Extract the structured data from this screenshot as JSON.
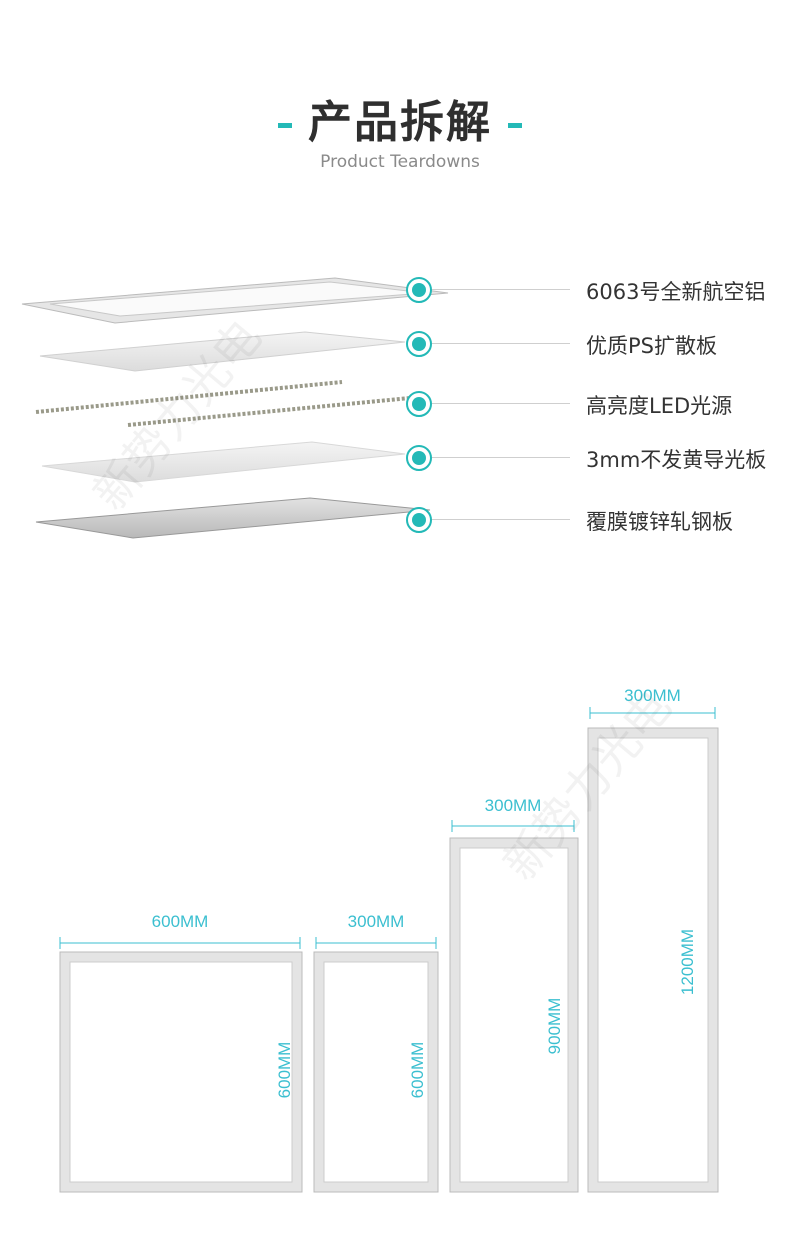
{
  "header": {
    "title": "产品拆解",
    "subtitle": "Product Teardowns"
  },
  "layers": [
    {
      "label": "6063号全新航空铝"
    },
    {
      "label": "优质PS扩散板"
    },
    {
      "label": "高亮度LED光源"
    },
    {
      "label": "3mm不发黄导光板"
    },
    {
      "label": "覆膜镀锌轧钢板"
    }
  ],
  "sizes": [
    {
      "width": "600MM",
      "height": "600MM"
    },
    {
      "width": "300MM",
      "height": "600MM"
    },
    {
      "width": "300MM",
      "height": "900MM"
    },
    {
      "width": "300MM",
      "height": "1200MM"
    }
  ],
  "colors": {
    "accent": "#23b9b7",
    "dimension": "#3bbfd0"
  },
  "watermark": "新势力光电"
}
